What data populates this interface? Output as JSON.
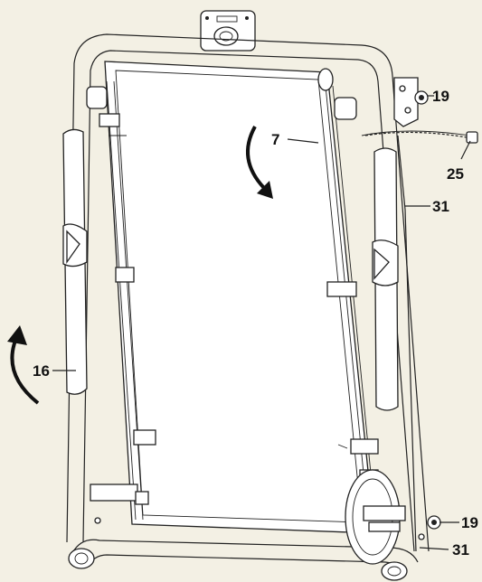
{
  "diagram": {
    "background": "#f3f0e4",
    "stroke_color": "#222222",
    "callouts": [
      "19",
      "7",
      "25",
      "31",
      "16",
      "19",
      "31"
    ],
    "arrows": [
      "curved-arrow-clockwise-down",
      "curved-arrow-up"
    ]
  }
}
